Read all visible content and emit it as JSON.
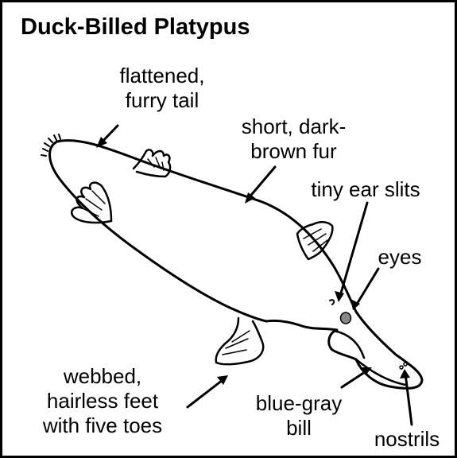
{
  "title": "Duck-Billed Platypus",
  "labels": {
    "tail": [
      "flattened,",
      "furry tail"
    ],
    "fur": [
      "short, dark-",
      "brown fur"
    ],
    "ears": "tiny ear slits",
    "eyes": "eyes",
    "feet": [
      "webbed,",
      "hairless feet",
      "with five toes"
    ],
    "bill": [
      "blue-gray",
      "bill"
    ],
    "nostrils": "nostrils"
  }
}
